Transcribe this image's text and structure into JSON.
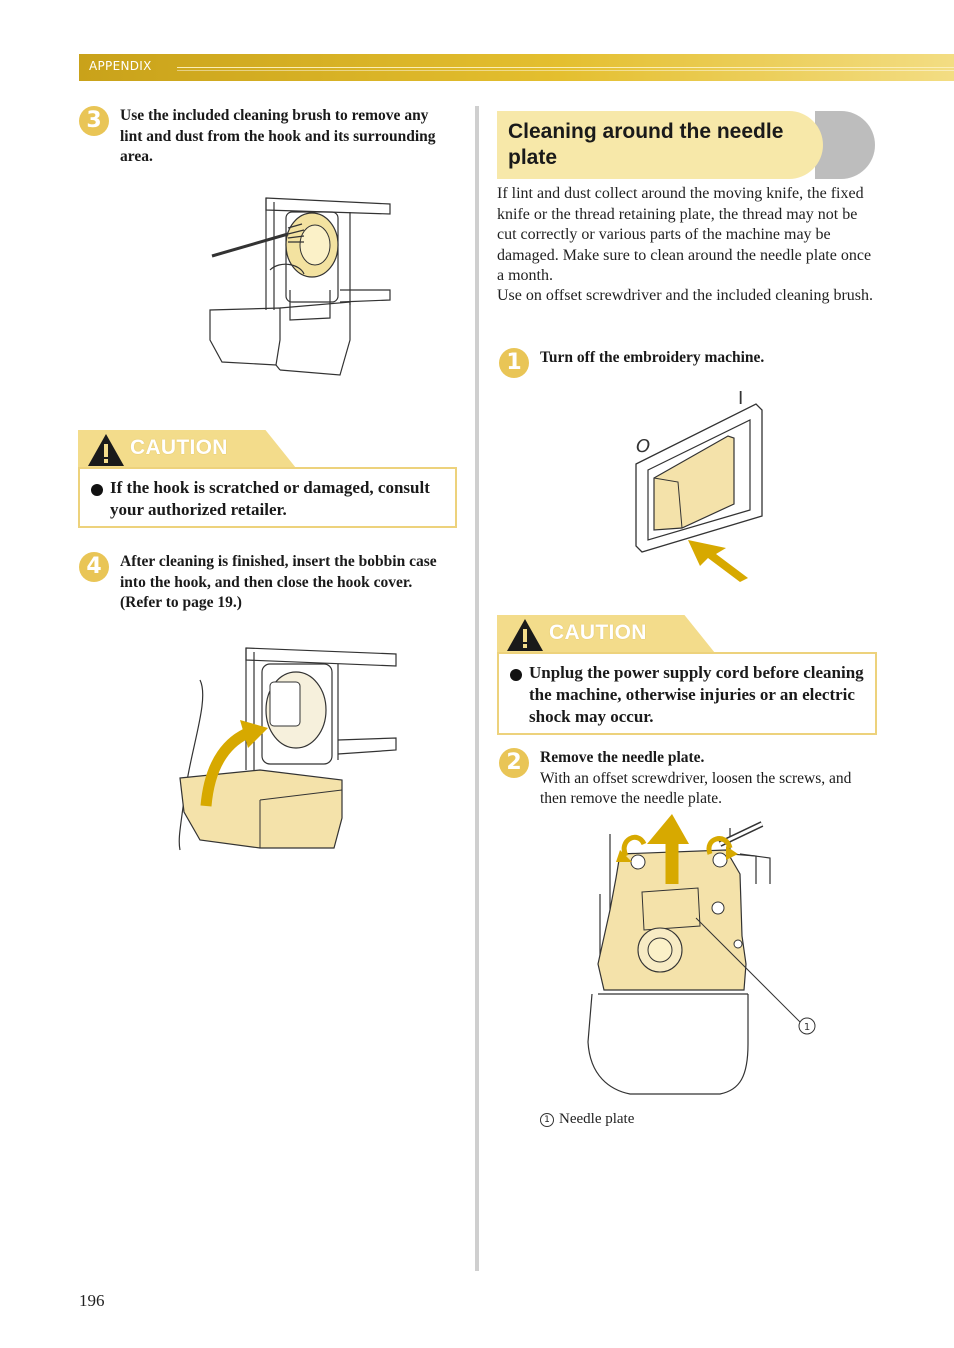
{
  "header": {
    "section_label": "APPENDIX"
  },
  "page_number": "196",
  "colors": {
    "accent": "#e4bf2f",
    "step_badge": "#e9c556",
    "caution_tab": "#f3dc8b",
    "caution_border": "#edd27c",
    "section_pill": "#f7e8a9",
    "arrow": "#d7a900"
  },
  "left": {
    "step3": {
      "number": "3",
      "text": "Use the included cleaning brush to remove any lint and dust from the hook and its surrounding area."
    },
    "caution": {
      "title": "CAUTION",
      "item": "If the hook is scratched or damaged, consult your authorized retailer."
    },
    "step4": {
      "number": "4",
      "text": "After cleaning is finished, insert the bobbin case into the hook, and then close the hook cover. (Refer to page 19.)"
    }
  },
  "right": {
    "section_title": "Cleaning around the needle plate",
    "intro_1": "If lint and dust collect around the moving knife, the fixed knife or the thread retaining plate, the thread may not be cut correctly or various parts of the machine may be damaged. Make sure to clean around the needle plate once a month.",
    "intro_2": "Use on offset screwdriver and the included cleaning brush.",
    "step1": {
      "number": "1",
      "text": "Turn off the embroidery machine."
    },
    "switch_labels": {
      "on": "I",
      "off": "O"
    },
    "caution": {
      "title": "CAUTION",
      "item": "Unplug the power supply cord before cleaning the machine, otherwise injuries or an electric shock may occur."
    },
    "step2": {
      "number": "2",
      "title": "Remove the needle plate.",
      "body": "With an offset screwdriver, loosen the screws, and then remove the needle plate."
    },
    "callout_mark": "1",
    "legend": {
      "mark": "1",
      "text": "Needle plate"
    }
  }
}
